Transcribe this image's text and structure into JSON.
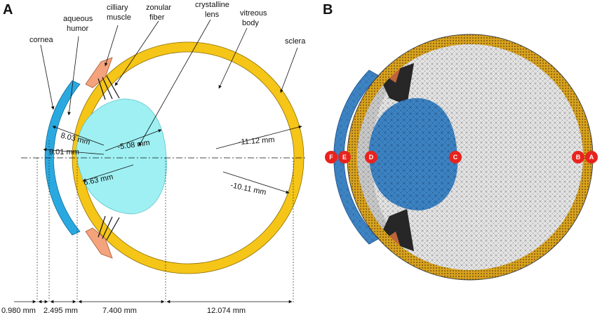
{
  "panels": {
    "a": "A",
    "b": "B"
  },
  "labels": {
    "cornea": "cornea",
    "aqueous_1": "aqueous",
    "aqueous_2": "humor",
    "ciliary_1": "cilliary",
    "ciliary_2": "muscle",
    "zonular_1": "zonular",
    "zonular_2": "fiber",
    "lens_1": "crystalline",
    "lens_2": "lens",
    "vitreous_1": "vitreous",
    "vitreous_2": "body",
    "sclera": "sclera"
  },
  "radii": {
    "r1": "8.03 mm",
    "r2": "9.01 mm",
    "r3": "-5.08 mm",
    "r4": "6.63 mm",
    "r5": "-11.12 mm",
    "r6": "-10.11 mm"
  },
  "thickness": {
    "t1": "0.980 mm",
    "t2": "2.495 mm",
    "t3": "7.400 mm",
    "t4": "12.074 mm"
  },
  "markers": [
    "F",
    "E",
    "D",
    "C",
    "B",
    "A"
  ],
  "colors": {
    "sclera": "#f5c518",
    "cornea": "#2aa9e0",
    "lens": "#9ff0f3",
    "ciliary": "#f4a37c",
    "marker": "#e8231e",
    "mesh_blue": "#3f86c6"
  }
}
